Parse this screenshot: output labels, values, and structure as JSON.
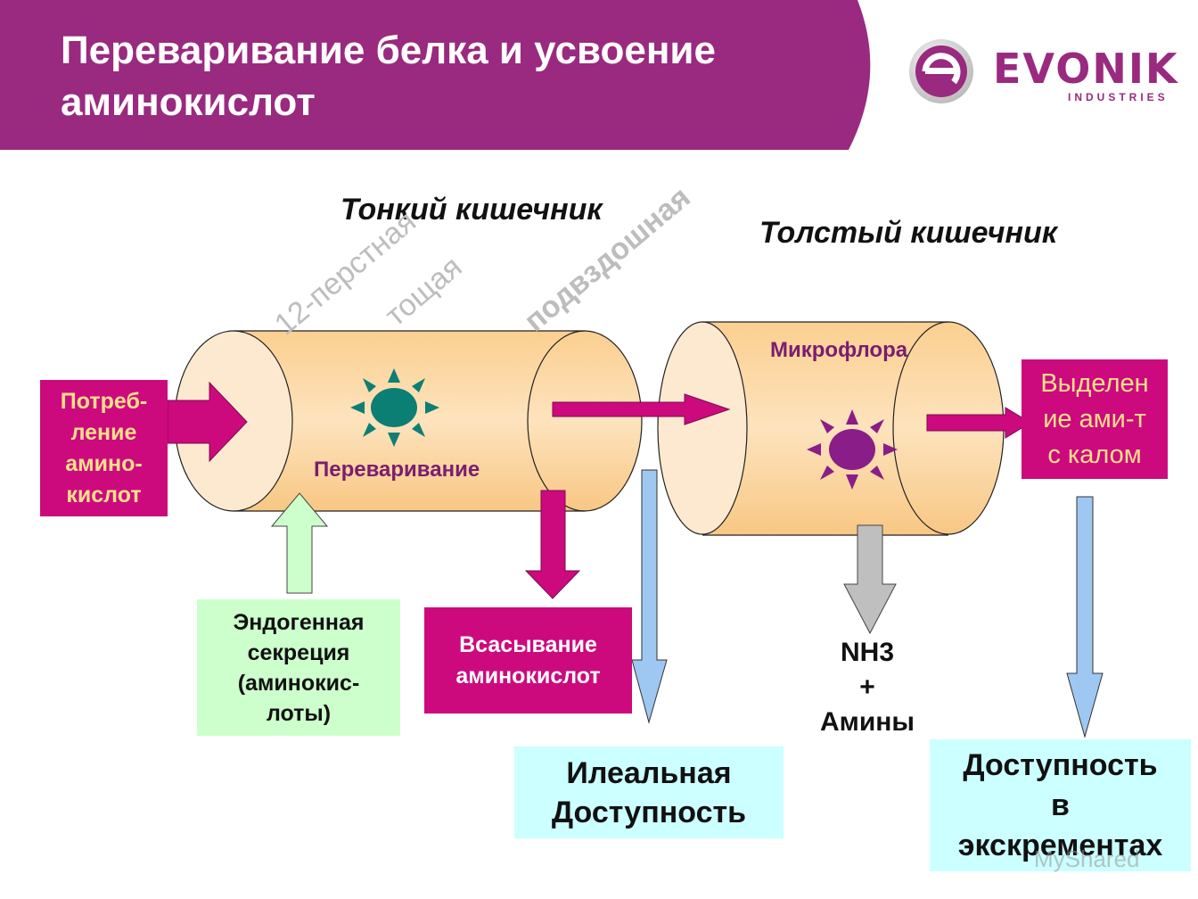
{
  "header": {
    "title": "Переваривание белка и усвоение аминокислот",
    "band_color": "#992a7f"
  },
  "logo": {
    "name": "EVONIK",
    "sub": "INDUSTRIES",
    "color": "#992a7f"
  },
  "sections": {
    "small_intestine": "Тонкий кишечник",
    "large_intestine": "Толстый кишечник"
  },
  "segments": {
    "duodenum": "12-перстная",
    "jejunum": "тощая",
    "ileum": "подвздошная"
  },
  "inside": {
    "digestion": "Переваривание",
    "microflora": "Микрофлора"
  },
  "boxes": {
    "intake_lines": [
      "Потреб-",
      "ление",
      "амино-",
      "кислот"
    ],
    "endogenous_lines": [
      "Эндогенная",
      "секреция",
      "(аминокис-",
      "лоты)"
    ],
    "absorption_lines": [
      "Всасывание",
      "аминокислот"
    ],
    "excretion_lines": [
      "Выделен",
      "ие ами-т",
      "с калом"
    ],
    "ileal_lines": [
      "Илеальная",
      "Доступность"
    ],
    "fecal_lines": [
      "Доступность",
      "в",
      "экскрементах"
    ],
    "nh3_lines": [
      "NH3",
      "+",
      "Амины"
    ]
  },
  "colors": {
    "magenta": "#cc0a7e",
    "tube": "#fbd39a",
    "light_green": "#ccffcc",
    "light_cyan": "#ccffff",
    "light_blue_arrow": "#9ec8f2",
    "teal_sun": "#0b7f74",
    "purple_sun": "#8a1d87"
  },
  "watermark": "MyShared"
}
